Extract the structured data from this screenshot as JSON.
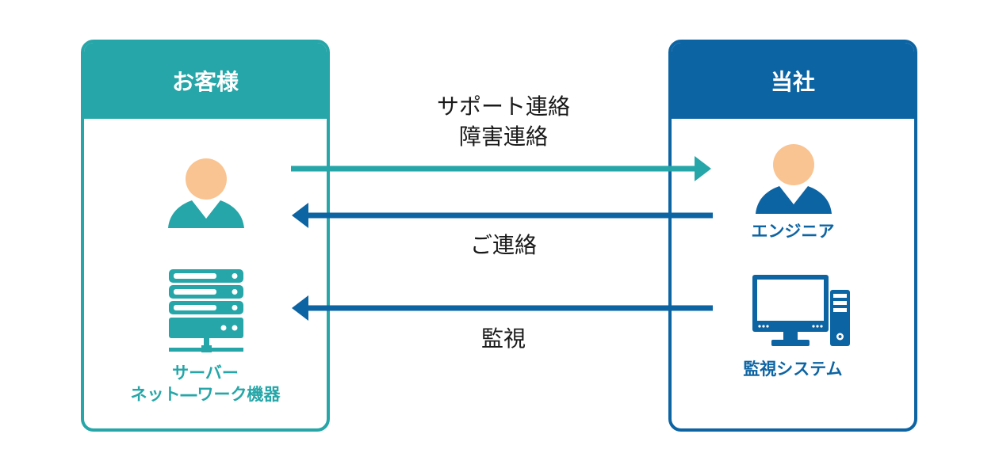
{
  "customer_panel": {
    "title": "お客様",
    "person_label": "",
    "server_label_line1": "サーバー",
    "server_label_line2": "ネット―ワーク機器"
  },
  "company_panel": {
    "title": "当社",
    "engineer_label": "エンジニア",
    "monitor_label": "監視システム"
  },
  "flows": {
    "request_line1": "サポート連絡",
    "request_line2": "障害連絡",
    "reply": "ご連絡",
    "monitoring": "監視"
  },
  "colors": {
    "teal": "#26a6a8",
    "blue": "#0d64a3",
    "skin": "#f9c491"
  },
  "icons": {
    "customer_person": "person-icon",
    "server": "server-rack-icon",
    "engineer": "person-icon",
    "monitor": "desktop-computer-icon"
  }
}
